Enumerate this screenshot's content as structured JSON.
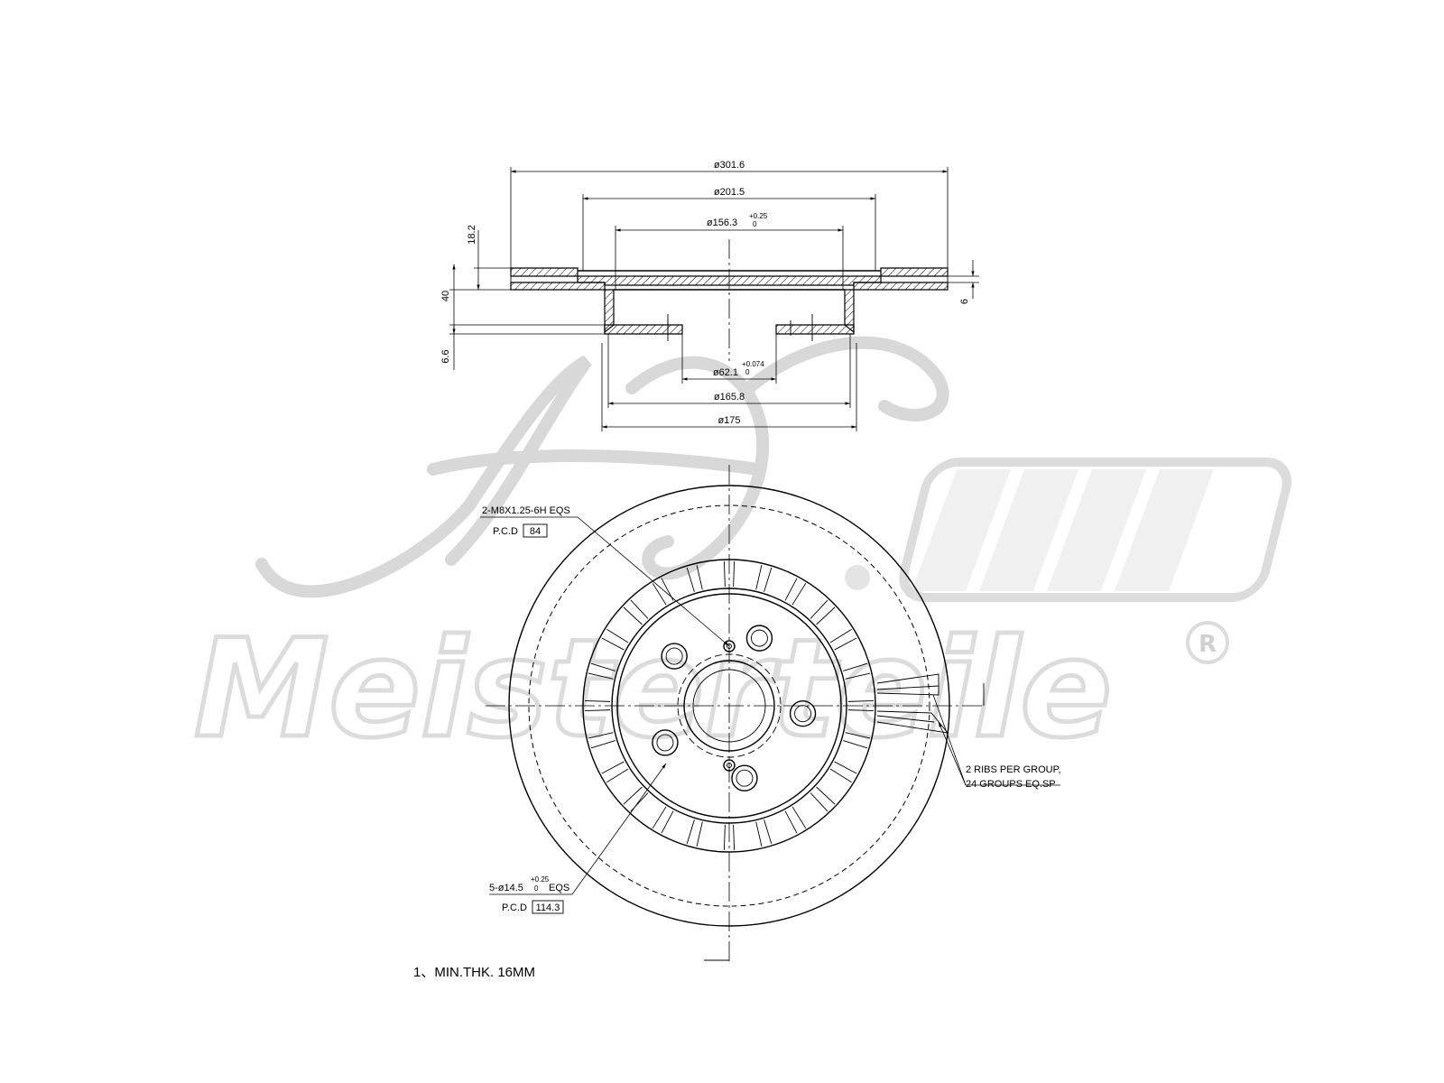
{
  "watermark": {
    "brand": "Meisterteile",
    "registered": "R"
  },
  "section": {
    "outer_diameter": "ø301.6",
    "friction_diameter": "ø201.5",
    "hat_diameter": "ø156.3",
    "hat_tol_upper": "+0.25",
    "hat_tol_lower": "0",
    "height_18_2": "18.2",
    "height_40": "40",
    "height_6_6": "6.6",
    "thickness_6": "6",
    "bore_diameter": "ø62.1",
    "bore_tol_upper": "+0.074",
    "bore_tol_lower": "0",
    "diameter_165_8": "ø165.8",
    "diameter_175": "ø175"
  },
  "plan": {
    "thread_callout": "2-M8X1.25-6H EQS",
    "thread_pcd_label": "P.C.D",
    "thread_pcd_value": "84",
    "ribs_line1": "2 RIBS PER GROUP,",
    "ribs_line2": "24 GROUPS EQ.SP",
    "bolt_prefix": "5-ø14.5",
    "bolt_tol_upper": "+0.25",
    "bolt_tol_lower": "0",
    "bolt_suffix": "EQS",
    "bolt_pcd_label": "P.C.D",
    "bolt_pcd_value": "114.3"
  },
  "note": "1、MIN.THK. 16MM"
}
